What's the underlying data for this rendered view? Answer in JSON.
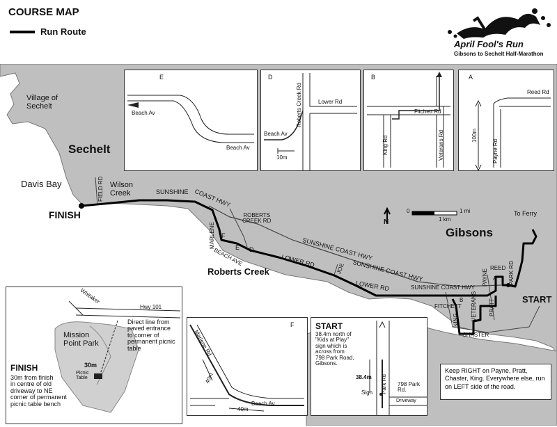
{
  "header": {
    "title": "COURSE MAP",
    "legend_label": "Run Route",
    "logo_title": "April Fool's Run",
    "logo_subtitle": "Gibsons to Sechelt Half-Marathon"
  },
  "colors": {
    "land": "#bfbfbf",
    "water": "#ffffff",
    "route": "#000000",
    "road": "#444444"
  },
  "map": {
    "places": {
      "village": "Village of\nSechelt",
      "sechelt": "Sechelt",
      "davis_bay": "Davis Bay",
      "finish": "FINISH",
      "wilson_creek": "Wilson\nCreek",
      "roberts_creek": "Roberts Creek",
      "gibsons": "Gibsons",
      "start": "START",
      "to_ferry": "To Ferry"
    },
    "roads": {
      "field_rd": "FIELD RD",
      "sunshine": "SUNSHINE",
      "coast_hwy": "COAST HWY",
      "roberts_creek_rd": "ROBERTS\nCREEK RD",
      "marlene": "MARLENE",
      "beach_ave": "BEACH AVE",
      "f": "F",
      "e": "E",
      "d": "D",
      "sunshine_coast_hwy_1": "SUNSHINE COAST HWY",
      "sunshine_coast_hwy_2": "SUNSHINE COAST HWY",
      "sunshine_coast_hwy_3": "SUNSHINE COAST HWY",
      "lower_rd_1": "LOWER RD",
      "lower_rd_2": "LOWER RD",
      "joe": "JOE",
      "payne": "PAYNE",
      "reed": "REED",
      "park_rd": "PARK RD",
      "a": "A",
      "b": "B",
      "fitchett": "FITCHETT",
      "veterans": "VETERANS",
      "pratt": "PRATT",
      "king": "KING",
      "chaster": "CHASTER"
    },
    "north": "N",
    "scale_mi": "1 mi",
    "scale_zero": "0",
    "scale_km": "1 km"
  },
  "insets": {
    "e": {
      "letter": "E",
      "beach_av_1": "Beach Av",
      "beach_av_2": "Beach Av"
    },
    "d": {
      "letter": "D",
      "roberts_creek_rd": "Roberts Creek Rd",
      "lower_rd": "Lower Rd",
      "beach_av": "Beach Av",
      "dist": "10m"
    },
    "b": {
      "letter": "B",
      "fitchett_rd": "Fitchett Rd",
      "king_rd": "King Rd",
      "veterans_rd": "Veterans Rd"
    },
    "a": {
      "letter": "A",
      "reed_rd": "Reed Rd",
      "dist": "100m",
      "payne_rd": "Payne Rd"
    },
    "finish": {
      "hwy": "Hwy 101",
      "whitaker": "Whitaker",
      "park": "Mission\nPoint Park",
      "direct": "Direct line from\npaved entrance\nto corner of\npermanent picnic\ntable",
      "dist": "30m",
      "picnic": "Picnic\nTable",
      "heading": "FINISH",
      "desc": "30m from finish\nin centre of old\ndriveway to NE\ncorner of permanent\npicnic table bench"
    },
    "f": {
      "letter": "F",
      "marlene_rd": "Marlene Rd",
      "dist_1": "40m",
      "beach_av": "Beach Av",
      "dist_2": "40m"
    },
    "start": {
      "heading": "START",
      "desc": "38.4m north of\n\"Kids at Play\"\nsign which is\nacross from\n798 Park Road,\nGibsons.",
      "dist": "38.4m",
      "park_rd": "Park Rd",
      "sign": "Sign",
      "address": "798 Park\nRd.",
      "driveway": "Driveway"
    }
  },
  "note": "Keep RIGHT on Payne, Pratt, Chaster, King. Everywhere else, run on LEFT side of the road."
}
